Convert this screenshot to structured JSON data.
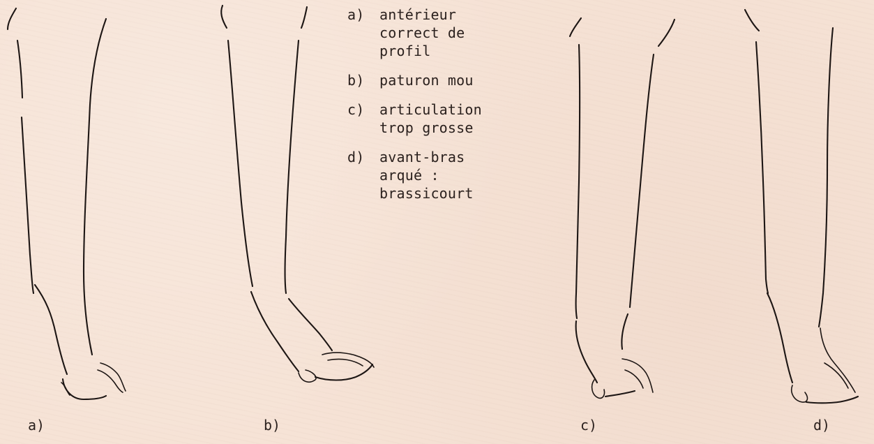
{
  "legend": [
    {
      "key": "a)",
      "lines": [
        "antérieur",
        "correct de",
        "profil"
      ]
    },
    {
      "key": "b)",
      "lines": [
        "paturon mou"
      ]
    },
    {
      "key": "c)",
      "lines": [
        "articulation",
        "trop grosse"
      ]
    },
    {
      "key": "d)",
      "lines": [
        "avant-bras",
        "arqué :",
        "brassicourt"
      ]
    }
  ],
  "captions": {
    "a": "a)",
    "b": "b)",
    "c": "c)",
    "d": "d)"
  },
  "colors": {
    "paper": "#f6e3d6",
    "ink": "#1d1614"
  }
}
